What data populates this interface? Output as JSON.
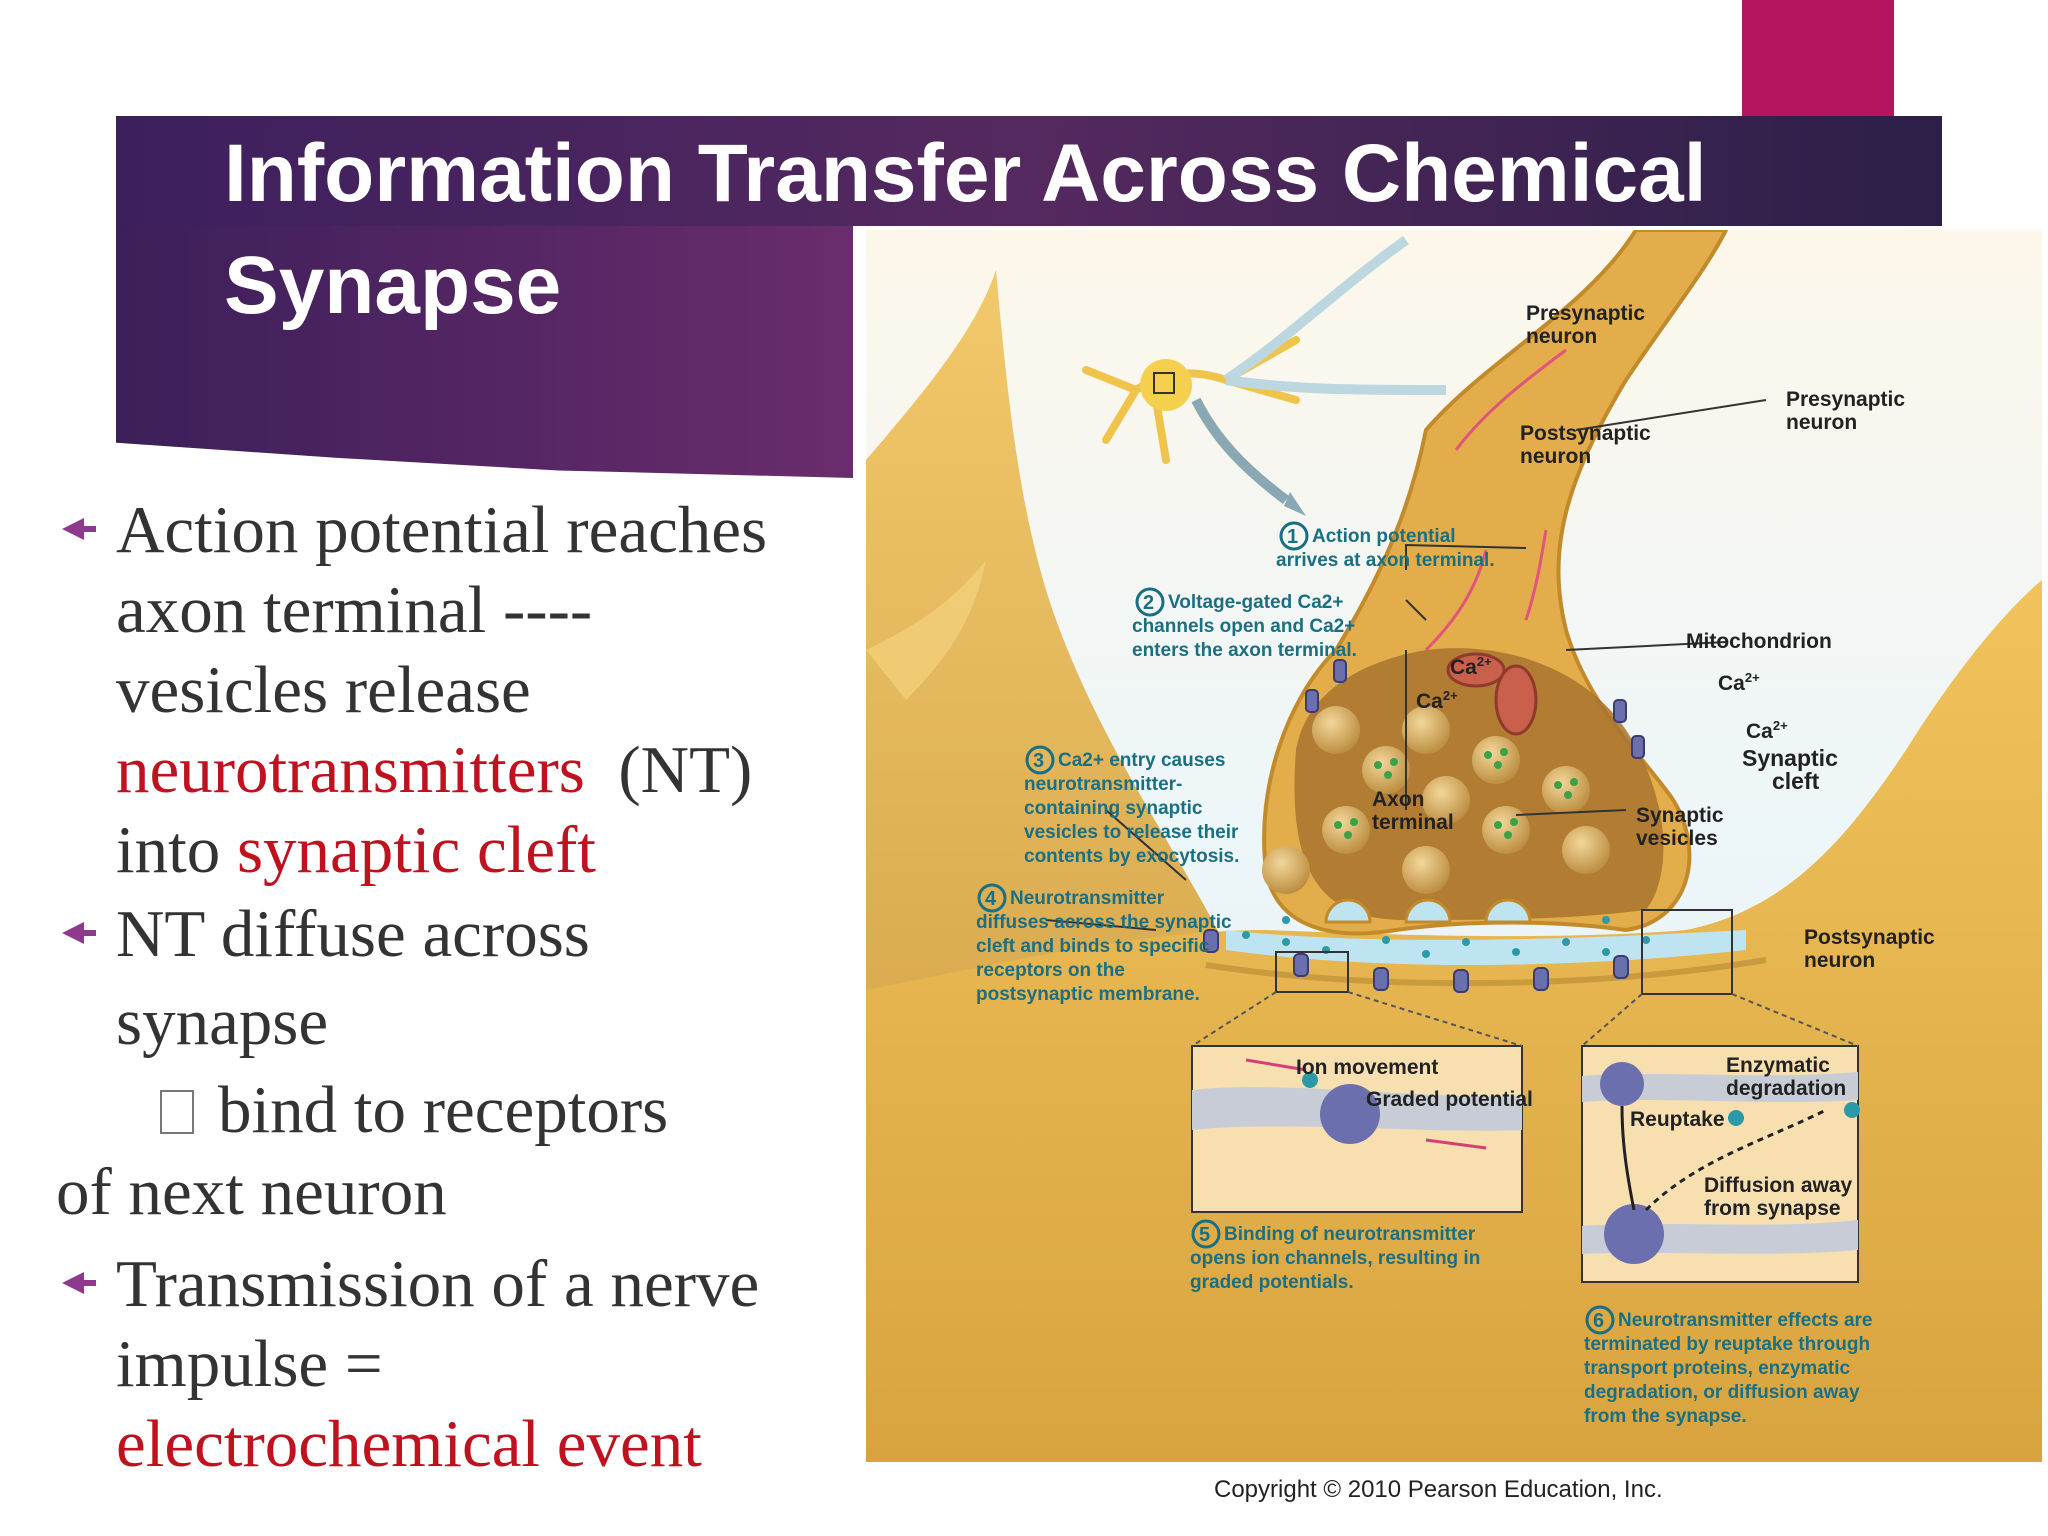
{
  "slide": {
    "title": "Information Transfer Across Chemical Synapse",
    "bullets": [
      {
        "line1": "Action potential reaches",
        "line2": "axon terminal ----",
        "line3": "vesicles  release",
        "highlight1": "neurotransmitters",
        "after_highlight1": "  (NT)",
        "line5_pre": "into ",
        "highlight2": "synaptic cleft"
      },
      {
        "line1": "NT diffuse across",
        "line2": "synapse",
        "line3": "bind to receptors",
        "line4": "of next neuron"
      },
      {
        "line1": "Transmission of a nerve",
        "line2": "impulse =",
        "highlight": "electrochemical  event"
      }
    ]
  },
  "figure": {
    "labels": {
      "presynaptic_top": [
        "Presynaptic",
        "neuron"
      ],
      "postsynaptic_small": [
        "Postsynaptic",
        "neuron"
      ],
      "presynaptic_right": [
        "Presynaptic",
        "neuron"
      ],
      "mitochondrion": "Mitochondrion",
      "ca1": "Ca",
      "ca2": "Ca",
      "ca3": "Ca",
      "ca4": "Ca",
      "charge": "2+",
      "synaptic_cleft": [
        "Synaptic",
        "cleft"
      ],
      "axon_terminal": [
        "Axon",
        "terminal"
      ],
      "synaptic_vesicles": [
        "Synaptic",
        "vesicles"
      ],
      "postsynaptic_right": [
        "Postsynaptic",
        "neuron"
      ],
      "ion_movement": "Ion movement",
      "graded_potential": "Graded potential",
      "enzymatic_degradation": [
        "Enzymatic",
        "degradation"
      ],
      "reuptake": "Reuptake",
      "diffusion_away": [
        "Diffusion away",
        "from synapse"
      ]
    },
    "steps": [
      {
        "num": "1",
        "lines": [
          "Action potential",
          "arrives at axon terminal."
        ]
      },
      {
        "num": "2",
        "lines": [
          "Voltage-gated Ca2+",
          "channels open and Ca2+",
          "enters the axon terminal."
        ]
      },
      {
        "num": "3",
        "lines": [
          "Ca2+ entry causes",
          "neurotransmitter-",
          "containing synaptic",
          "vesicles to release their",
          "contents by exocytosis."
        ]
      },
      {
        "num": "4",
        "lines": [
          "Neurotransmitter",
          "diffuses across the synaptic",
          "cleft and binds to specific",
          "receptors on the",
          "postsynaptic membrane."
        ]
      },
      {
        "num": "5",
        "lines": [
          "Binding of neurotransmitter",
          "opens ion channels, resulting in",
          "graded potentials."
        ]
      },
      {
        "num": "6",
        "lines": [
          "Neurotransmitter effects are",
          "terminated by reuptake through",
          "transport proteins, enzymatic",
          "degradation, or diffusion away",
          "from the synapse."
        ]
      }
    ],
    "colors": {
      "tissue": "#e8b64a",
      "cleft": "#bfe4f1",
      "step_text": "#1b6f82",
      "label_text": "#222222"
    }
  },
  "copyright": "Copyright © 2010 Pearson Education, Inc."
}
